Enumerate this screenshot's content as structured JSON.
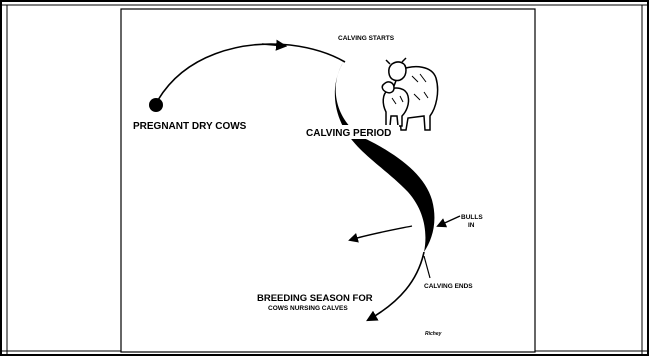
{
  "labels": {
    "pregnant_dry_cows": "PREGNANT DRY COWS",
    "calving_starts": "CALVING STARTS",
    "calving_period": "CALVING PERIOD",
    "bulls_line1": "BULLS",
    "bulls_line2": "IN",
    "calving_ends": "CALVING ENDS",
    "breeding_line1": "BREEDING SEASON FOR",
    "breeding_line2": "COWS NURSING CALVES",
    "signature": "Richey"
  },
  "icons": [
    "cow-and-calf-illustration",
    "arrow-icon"
  ],
  "colors": {
    "ink": "#000000",
    "paper": "#ffffff"
  }
}
